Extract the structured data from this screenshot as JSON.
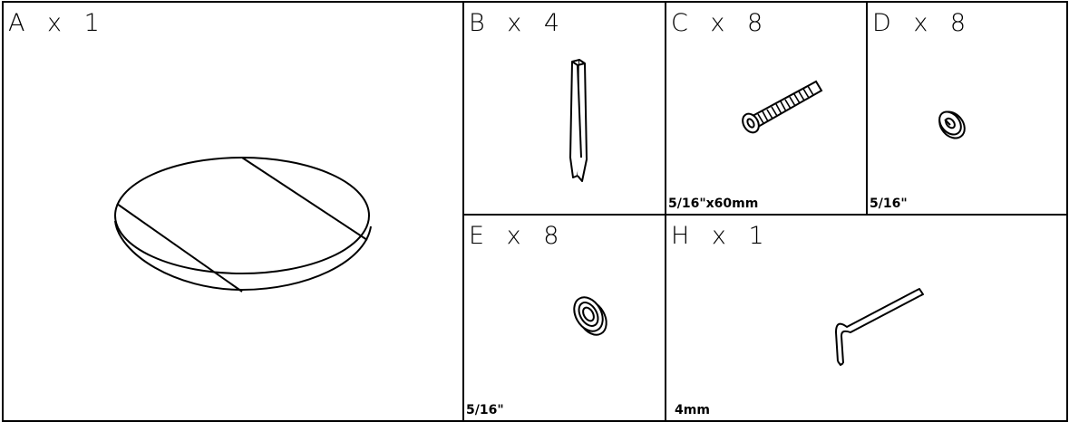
{
  "parts": [
    {
      "id": "A",
      "title": "A x 1",
      "spec": "",
      "icon": "round-table-top"
    },
    {
      "id": "B",
      "title": "B x 4",
      "spec": "",
      "icon": "wooden-strip"
    },
    {
      "id": "C",
      "title": "C x 8",
      "spec": "5/16\"x60mm",
      "icon": "bolt"
    },
    {
      "id": "D",
      "title": "D x 8",
      "spec": "5/16\"",
      "icon": "lock-washer"
    },
    {
      "id": "E",
      "title": "E x 8",
      "spec": "5/16\"",
      "icon": "flat-washer"
    },
    {
      "id": "H",
      "title": "H x 1",
      "spec": "4mm",
      "icon": "allen-key"
    }
  ],
  "colors": {
    "line": "#000000",
    "background": "#ffffff"
  }
}
